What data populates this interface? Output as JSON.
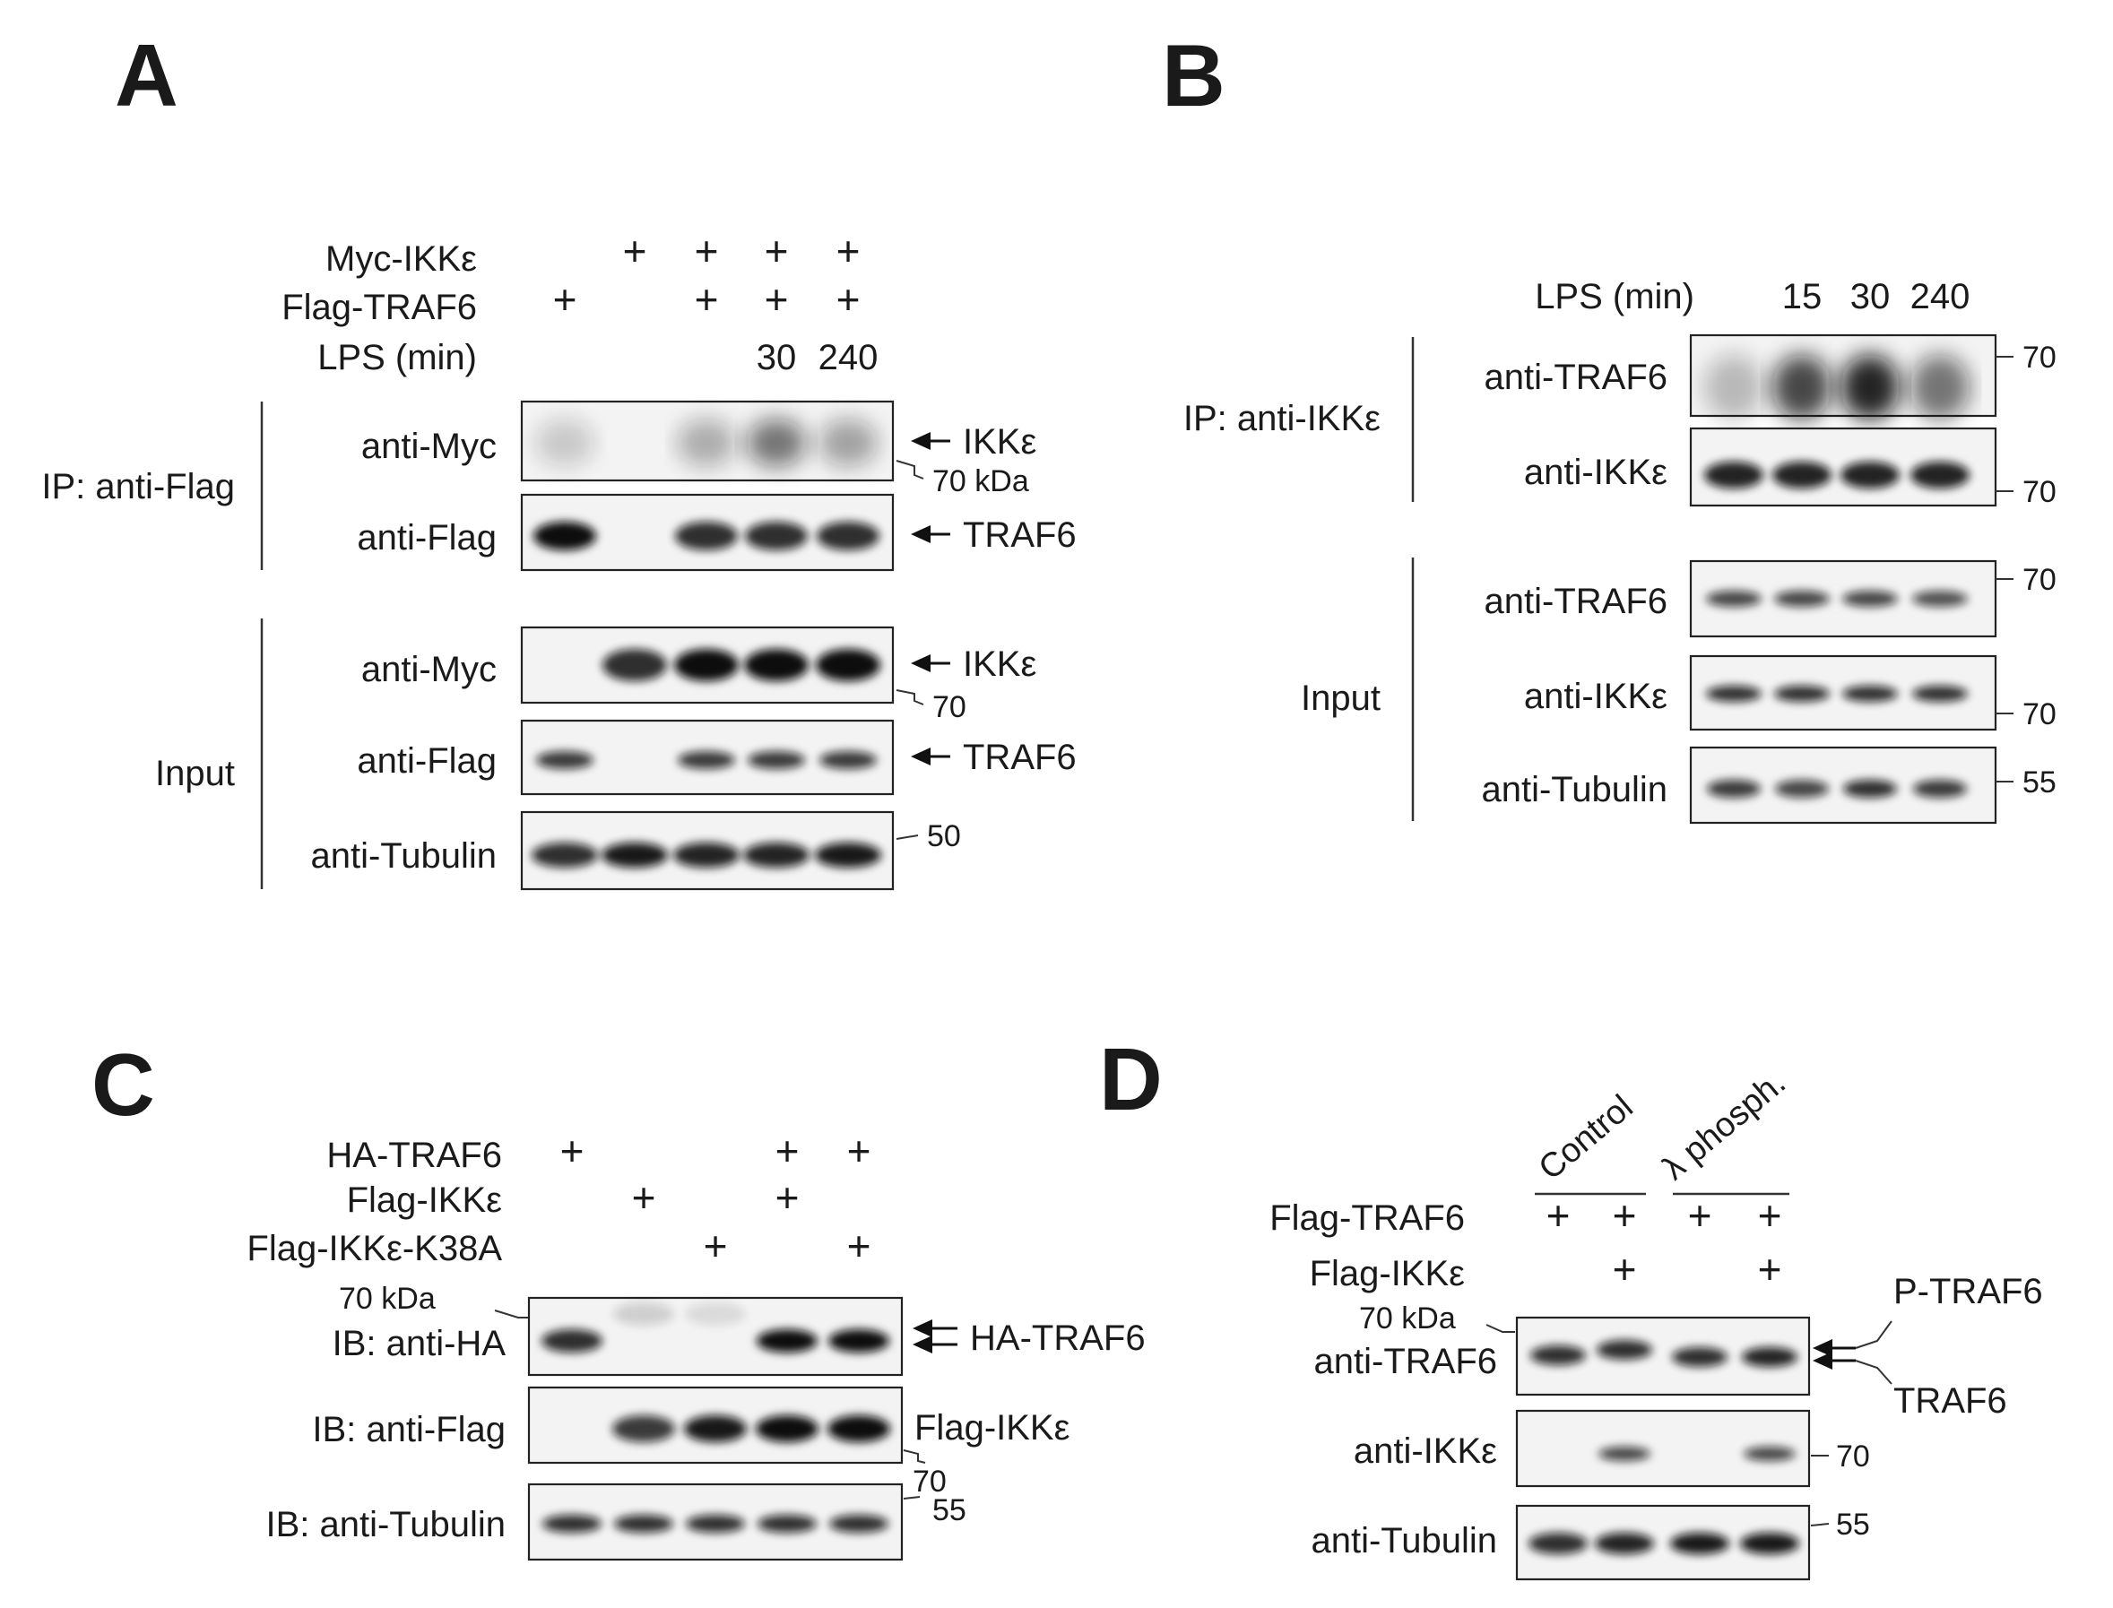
{
  "panels": {
    "A": {
      "letter": "A",
      "conditions": [
        {
          "label": "Myc-IKKε",
          "marks": [
            "",
            "+",
            "+",
            "+",
            "+"
          ]
        },
        {
          "label": "Flag-TRAF6",
          "marks": [
            "+",
            "",
            "+",
            "+",
            "+"
          ]
        },
        {
          "label": "LPS (min)",
          "marks": [
            "",
            "",
            "",
            "30",
            "240"
          ]
        }
      ],
      "groups": [
        {
          "label": "IP: anti-Flag",
          "blots": [
            {
              "antibody": "anti-Myc",
              "arrow_label": "IKKε",
              "band_intensity": [
                0.18,
                0.0,
                0.3,
                0.55,
                0.35
              ],
              "band_type": "smear"
            },
            {
              "antibody": "anti-Flag",
              "arrow_label": "TRAF6",
              "band_intensity": [
                1.0,
                0.0,
                0.85,
                0.85,
                0.85
              ],
              "band_type": "band"
            }
          ]
        },
        {
          "label": "Input",
          "blots": [
            {
              "antibody": "anti-Myc",
              "arrow_label": "IKKε",
              "band_intensity": [
                0.0,
                0.85,
                1.0,
                1.0,
                1.0
              ],
              "band_type": "band"
            },
            {
              "antibody": "anti-Flag",
              "arrow_label": "TRAF6",
              "band_intensity": [
                0.8,
                0.0,
                0.8,
                0.8,
                0.8
              ],
              "band_type": "band"
            },
            {
              "antibody": "anti-Tubulin",
              "arrow_label": "",
              "band_intensity": [
                0.85,
                0.95,
                0.9,
                0.9,
                0.95
              ],
              "band_type": "band"
            }
          ]
        }
      ],
      "markers": [
        "70 kDa",
        "70",
        "50"
      ]
    },
    "B": {
      "letter": "B",
      "conditions": [
        {
          "label": "LPS (min)",
          "marks": [
            "",
            "15",
            "30",
            "240"
          ]
        }
      ],
      "groups": [
        {
          "label": "IP: anti-IKKε",
          "blots": [
            {
              "antibody": "anti-TRAF6",
              "band_intensity": [
                0.25,
                0.75,
                0.9,
                0.55
              ],
              "band_type": "smear"
            },
            {
              "antibody": "anti-IKKε",
              "band_intensity": [
                0.9,
                0.9,
                0.9,
                0.9
              ],
              "band_type": "band"
            }
          ]
        },
        {
          "label": "Input",
          "blots": [
            {
              "antibody": "anti-TRAF6",
              "band_intensity": [
                0.75,
                0.75,
                0.75,
                0.7
              ],
              "band_type": "band"
            },
            {
              "antibody": "anti-IKKε",
              "band_intensity": [
                0.85,
                0.85,
                0.85,
                0.85
              ],
              "band_type": "band"
            },
            {
              "antibody": "anti-Tubulin",
              "band_intensity": [
                0.8,
                0.75,
                0.85,
                0.8
              ],
              "band_type": "band"
            }
          ]
        }
      ],
      "markers": [
        "70",
        "70",
        "70",
        "70",
        "55"
      ]
    },
    "C": {
      "letter": "C",
      "conditions": [
        {
          "label": "HA-TRAF6",
          "marks": [
            "+",
            "",
            "",
            "+",
            "+"
          ]
        },
        {
          "label": "Flag-IKKε",
          "marks": [
            "",
            "+",
            "",
            "+",
            ""
          ]
        },
        {
          "label": "Flag-IKKε-K38A",
          "marks": [
            "",
            "",
            "+",
            "",
            "+"
          ]
        }
      ],
      "blots": [
        {
          "antibody": "IB: anti-HA",
          "band_intensity": [
            0.85,
            0.15,
            0.1,
            1.0,
            1.0
          ],
          "band_type": "band"
        },
        {
          "antibody": "IB: anti-Flag",
          "band_intensity": [
            0.0,
            0.8,
            0.95,
            1.0,
            1.0
          ],
          "band_type": "band"
        },
        {
          "antibody": "IB: anti-Tubulin",
          "band_intensity": [
            0.85,
            0.85,
            0.85,
            0.85,
            0.85
          ],
          "band_type": "band"
        }
      ],
      "arrow_labels": [
        "HA-TRAF6",
        "Flag-IKKε"
      ],
      "markers": [
        "70 kDa",
        "70",
        "55"
      ]
    },
    "D": {
      "letter": "D",
      "treatments": [
        "Control",
        "λ phosph."
      ],
      "conditions": [
        {
          "label": "Flag-TRAF6",
          "marks": [
            "+",
            "+",
            "+",
            "+"
          ]
        },
        {
          "label": "Flag-IKKε",
          "marks": [
            "",
            "+",
            "",
            "+"
          ]
        }
      ],
      "blots": [
        {
          "antibody": "anti-TRAF6",
          "band_intensity": [
            0.85,
            0.85,
            0.85,
            0.9
          ],
          "band_type": "band"
        },
        {
          "antibody": "anti-IKKε",
          "band_intensity": [
            0.0,
            0.75,
            0.0,
            0.75
          ],
          "band_type": "band"
        },
        {
          "antibody": "anti-Tubulin",
          "band_intensity": [
            0.85,
            0.9,
            0.95,
            0.95
          ],
          "band_type": "band"
        }
      ],
      "arrow_labels": [
        "P-TRAF6",
        "TRAF6"
      ],
      "markers": [
        "70 kDa",
        "70",
        "55"
      ]
    }
  },
  "colors": {
    "band": "#111111",
    "frame": "#222222",
    "background": "#f3f3f3"
  }
}
